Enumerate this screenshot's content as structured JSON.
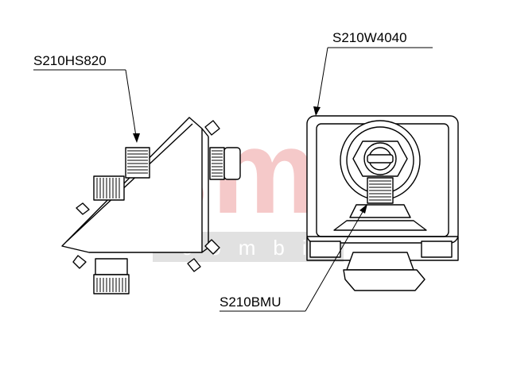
{
  "labels": {
    "bracket": "S210HS820",
    "cover": "S210W4040",
    "nut": "S210BMU"
  },
  "watermark": {
    "logo_text": "smt",
    "sub_text": "combi",
    "logo_color": "#f2b8b8",
    "band_color": "#d8d8d8"
  },
  "colors": {
    "line": "#000000",
    "fill": "#ffffff"
  }
}
